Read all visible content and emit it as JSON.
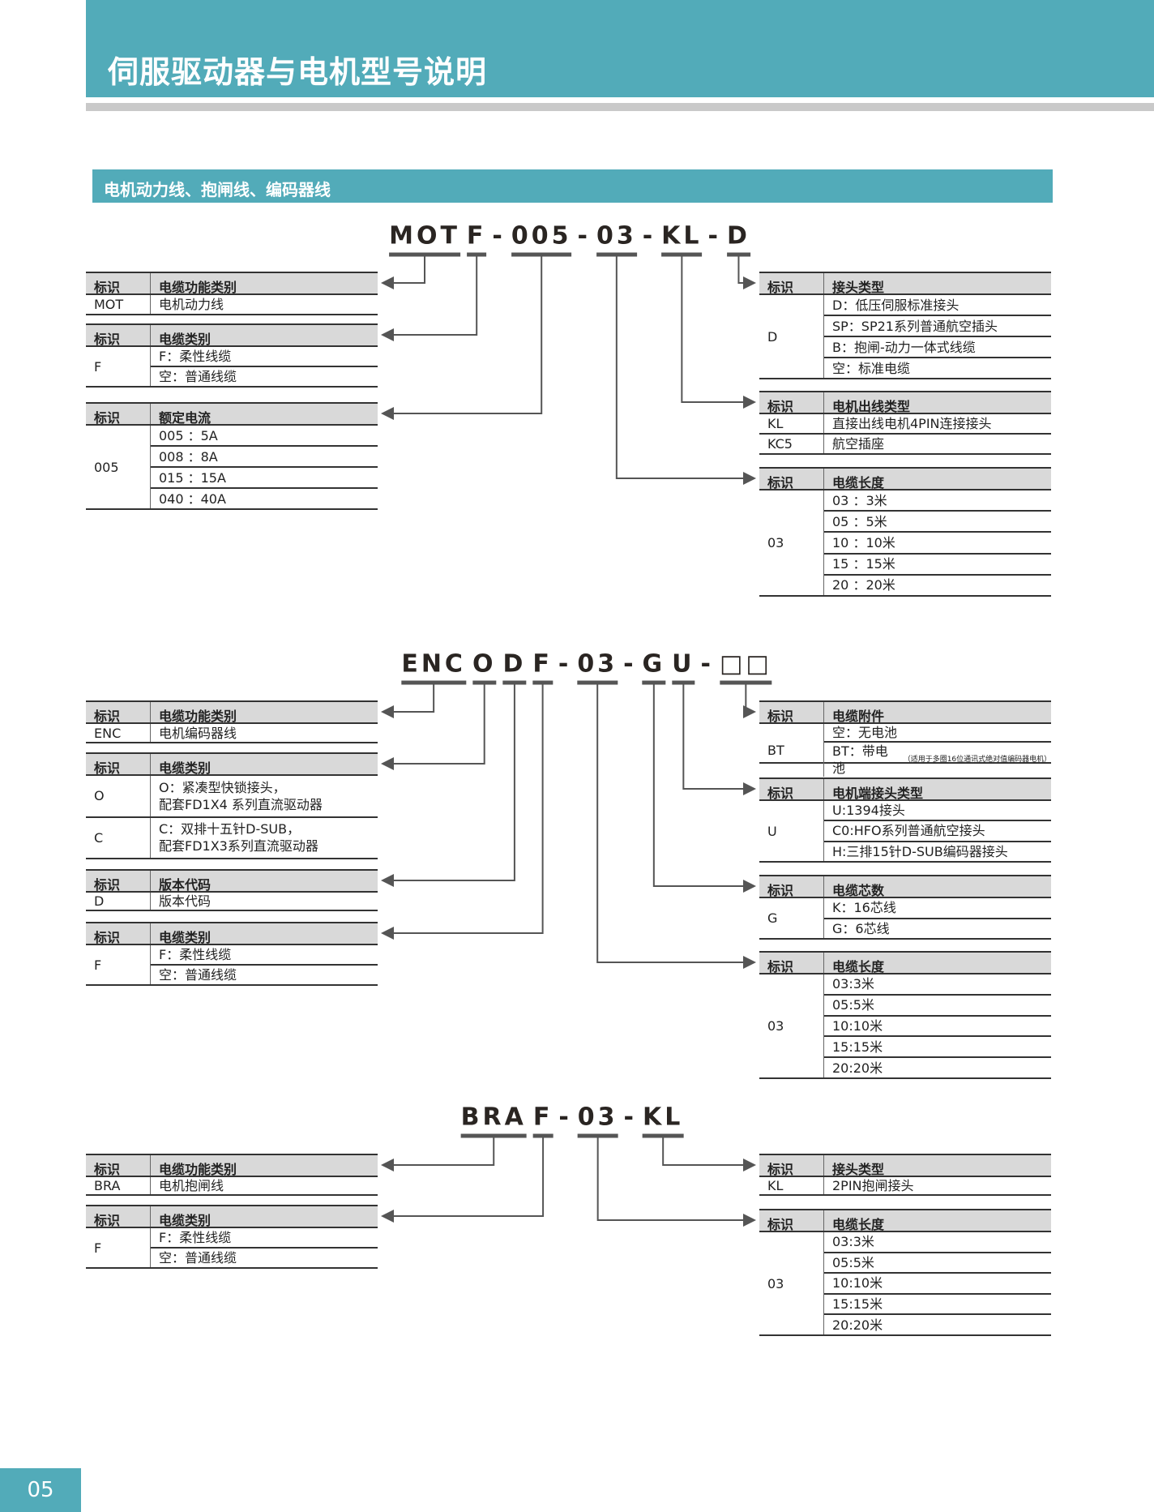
{
  "header": {
    "title": "伺服驱动器与电机型号说明"
  },
  "section": {
    "title": "电机动力线、抱闸线、编码器线"
  },
  "page": {
    "number": "05"
  },
  "colors": {
    "accent": "#52abb9",
    "bar": "#c9c9c9",
    "table_head": "#d9d9d9"
  },
  "diagrams": [
    {
      "code": [
        "MOT",
        "F",
        "-",
        "005",
        "-",
        "03",
        "-",
        "KL",
        "-",
        "D"
      ],
      "left": [
        {
          "head": [
            "标识",
            "电缆功能类别"
          ],
          "code": "MOT",
          "rows": [
            "电机动力线"
          ]
        },
        {
          "head": [
            "标识",
            "电缆类别"
          ],
          "code": "F",
          "rows": [
            "F：柔性线缆",
            "空：普通线缆"
          ]
        },
        {
          "head": [
            "标识",
            "额定电流"
          ],
          "code": "005",
          "rows": [
            "005 ：5A",
            "008 ：8A",
            "015 ：15A",
            "040 ：40A"
          ]
        }
      ],
      "right": [
        {
          "head": [
            "标识",
            "接头类型"
          ],
          "code": "D",
          "rows": [
            "D：低压伺服标准接头",
            "SP：SP21系列普通航空插头",
            "B：抱闸-动力一体式线缆",
            "空：标准电缆"
          ]
        },
        {
          "head": [
            "标识",
            "电机出线类型"
          ],
          "pairs": [
            {
              "code": "KL",
              "text": "直接出线电机4PIN连接接头"
            },
            {
              "code": "KC5",
              "text": "航空插座"
            }
          ]
        },
        {
          "head": [
            "标识",
            "电缆长度"
          ],
          "code": "03",
          "rows": [
            "03 ：3米",
            "05 ：5米",
            "10 ：10米",
            "15 ：15米",
            "20 ：20米"
          ]
        }
      ]
    },
    {
      "code": [
        "ENC",
        "O",
        "D",
        "F",
        "-",
        "03",
        "-",
        "G",
        "U",
        "-",
        "□□"
      ],
      "left": [
        {
          "head": [
            "标识",
            "电缆功能类别"
          ],
          "code": "ENC",
          "rows": [
            "电机编码器线"
          ]
        },
        {
          "head": [
            "标识",
            "电缆类别"
          ],
          "pairs": [
            {
              "code": "O",
              "text": "O：紧凑型快锁接头，\n配套FD1X4 系列直流驱动器"
            },
            {
              "code": "C",
              "text": "C：双排十五针D-SUB，\n配套FD1X3系列直流驱动器"
            }
          ]
        },
        {
          "head": [
            "标识",
            "版本代码"
          ],
          "code": "D",
          "rows": [
            "版本代码"
          ]
        },
        {
          "head": [
            "标识",
            "电缆类别"
          ],
          "code": "F",
          "rows": [
            "F：柔性线缆",
            "空：普通线缆"
          ]
        }
      ],
      "right": [
        {
          "head": [
            "标识",
            "电缆附件"
          ],
          "code": "BT",
          "rows": [
            "空：无电池",
            {
              "text": "BT：带电池",
              "note": "（适用于多圈16位通讯式绝对值编码器电机）"
            }
          ]
        },
        {
          "head": [
            "标识",
            "电机端接头类型"
          ],
          "code": "U",
          "rows": [
            "U:1394接头",
            "C0:HFO系列普通航空接头",
            "H:三排15针D-SUB编码器接头"
          ]
        },
        {
          "head": [
            "标识",
            "电缆芯数"
          ],
          "code": "G",
          "rows": [
            "K：16芯线",
            "G：6芯线"
          ]
        },
        {
          "head": [
            "标识",
            "电缆长度"
          ],
          "code": "03",
          "rows": [
            "03:3米",
            "05:5米",
            "10:10米",
            "15:15米",
            "20:20米"
          ]
        }
      ]
    },
    {
      "code": [
        "BRA",
        "F",
        "-",
        "03",
        "-",
        "KL"
      ],
      "left": [
        {
          "head": [
            "标识",
            "电缆功能类别"
          ],
          "code": "BRA",
          "rows": [
            "电机抱闸线"
          ]
        },
        {
          "head": [
            "标识",
            "电缆类别"
          ],
          "code": "F",
          "rows": [
            "F：柔性线缆",
            "空：普通线缆"
          ]
        }
      ],
      "right": [
        {
          "head": [
            "标识",
            "接头类型"
          ],
          "code": "KL",
          "rows": [
            "2PIN抱闸接头"
          ]
        },
        {
          "head": [
            "标识",
            "电缆长度"
          ],
          "code": "03",
          "rows": [
            "03:3米",
            "05:5米",
            "10:10米",
            "15:15米",
            "20:20米"
          ]
        }
      ]
    }
  ]
}
